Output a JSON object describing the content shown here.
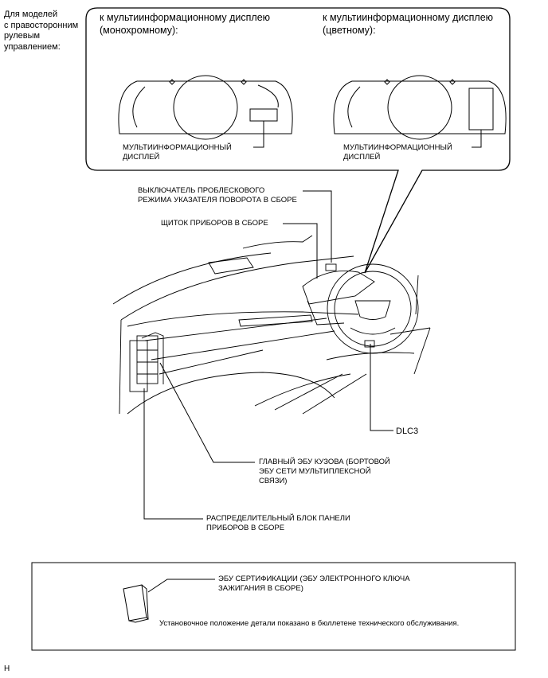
{
  "side_note": "Для моделей\nс правосторонним\nрулевым\nуправлением:",
  "callout": {
    "left_heading": "к мультиинформационному дисплею\n(монохромному):",
    "right_heading": "к мультиинформационному дисплею\n(цветному):",
    "left_display_label": "МУЛЬТИИНФОРМАЦИОННЫЙ\nДИСПЛЕЙ",
    "right_display_label": "МУЛЬТИИНФОРМАЦИОННЫЙ\nДИСПЛЕЙ"
  },
  "labels": {
    "hazard_switch": "ВЫКЛЮЧАТЕЛЬ ПРОБЛЕСКОВОГО\nРЕЖИМА УКАЗАТЕЛЯ ПОВОРОТА В СБОРЕ",
    "cluster": "ЩИТОК ПРИБОРОВ В СБОРЕ",
    "dlc3": "DLC3",
    "main_body_ecu": "ГЛАВНЫЙ ЭБУ КУЗОВА (БОРТОВОЙ\nЭБУ СЕТИ МУЛЬТИПЛЕКСНОЙ\nСВЯЗИ)",
    "junction_block": "РАСПРЕДЕЛИТЕЛЬНЫЙ БЛОК ПАНЕЛИ\nПРИБОРОВ В СБОРЕ"
  },
  "bottom_box": {
    "ecu_label": "ЭБУ СЕРТИФИКАЦИИ (ЭБУ ЭЛЕКТРОННОГО КЛЮЧА\nЗАЖИГАНИЯ В СБОРЕ)",
    "note": "Установочное положение детали показано в бюллетене технического обслуживания."
  },
  "corner_mark": "H"
}
